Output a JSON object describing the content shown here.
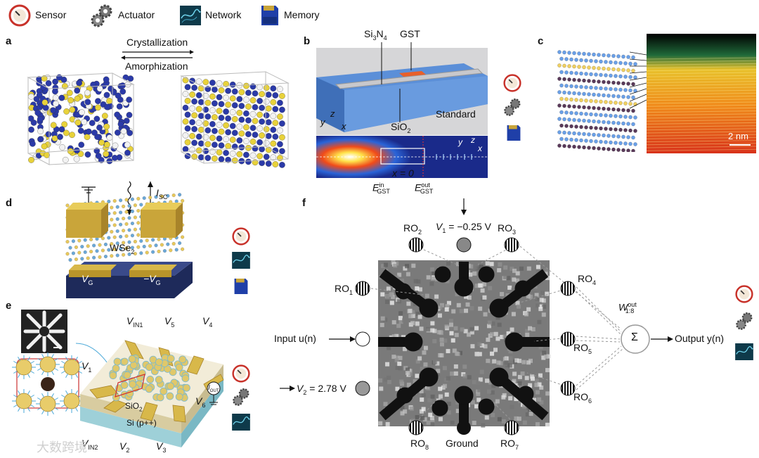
{
  "legend": {
    "sensor": "Sensor",
    "actuator": "Actuator",
    "network": "Network",
    "memory": "Memory"
  },
  "panels": {
    "a": {
      "letter": "a",
      "forward": "Crystallization",
      "backward": "Amorphization"
    },
    "b": {
      "letter": "b",
      "si3n4": "Si",
      "si3n4_sub1": "3",
      "si3n4_n": "N",
      "si3n4_sub2": "4",
      "gst": "GST",
      "standard": "Standard",
      "sio2": "SiO",
      "sio2_sub": "2",
      "axis_y": "y",
      "axis_z": "z",
      "axis_x": "x",
      "x0": "x = 0",
      "e_in_base": "E",
      "e_in_sup": "in",
      "e_in_sub": "GST",
      "e_out_base": "E",
      "e_out_sup": "out",
      "e_out_sub": "GST"
    },
    "c": {
      "letter": "c",
      "scale": "2 nm"
    },
    "d": {
      "letter": "d",
      "isc_base": "I",
      "isc_sub": "SC",
      "material": "WSe",
      "material_sub": "2",
      "vg_left": "V",
      "vg_left_sub": "G",
      "vg_right": "−V",
      "vg_right_sub": "G"
    },
    "e": {
      "letter": "e",
      "vin1": "V",
      "vin1_sub": "IN1",
      "v5": "V",
      "v5_sub": "5",
      "v4": "V",
      "v4_sub": "4",
      "v1": "V",
      "v1_sub": "1",
      "v6": "V",
      "v6_sub": "6",
      "iout": "I",
      "iout_sub": "OUT",
      "sio2": "SiO",
      "sio2_sub": "2",
      "si": "Si (p++)",
      "vin2": "V",
      "vin2_sub": "IN2",
      "v2": "V",
      "v2_sub": "2",
      "v3": "V",
      "v3_sub": "3"
    },
    "f": {
      "letter": "f",
      "v1_label": "V",
      "v1_sub": "1",
      "v1_value": " = −0.25 V",
      "v2_label": "V",
      "v2_sub": "2",
      "v2_value": " = 2.78 V",
      "input": "Input u(n)",
      "output": "Output y(n)",
      "ground": "Ground",
      "w_base": "W",
      "w_sup": "out",
      "w_sub": "1:8",
      "sigma": "Σ",
      "ro1": "RO",
      "ro1_sub": "1",
      "ro2": "RO",
      "ro2_sub": "2",
      "ro3": "RO",
      "ro3_sub": "3",
      "ro4": "RO",
      "ro4_sub": "4",
      "ro5": "RO",
      "ro5_sub": "5",
      "ro6": "RO",
      "ro6_sub": "6",
      "ro7": "RO",
      "ro7_sub": "7",
      "ro8": "RO",
      "ro8_sub": "8"
    }
  },
  "watermark": "大数跨境",
  "colors": {
    "atom_blue": "#2b3aa8",
    "atom_yellow": "#e8d23a",
    "waveguide_blue": "#5b8fd8",
    "gst_orange": "#e8602a",
    "gold": "#c9a53a",
    "sensor_red": "#c8322a",
    "memory_blue": "#1f3fa8",
    "network_dark": "#0e3a4a"
  }
}
